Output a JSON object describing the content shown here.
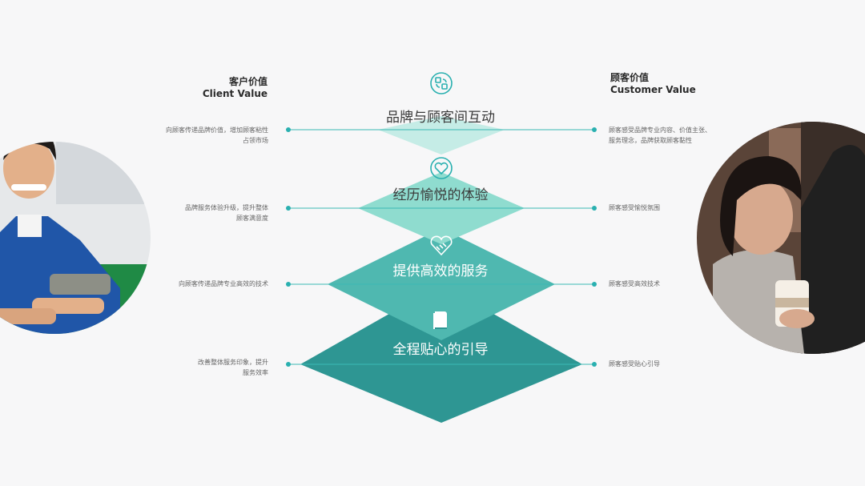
{
  "client_header": {
    "cn": "客户价值",
    "en": "Client Value"
  },
  "customer_header": {
    "cn": "顾客价值",
    "en": "Customer Value"
  },
  "layers": [
    {
      "title": "品牌与顾客间互动",
      "icon": "brand-interaction-icon",
      "color": "#c5ece6",
      "client_note": [
        "向顾客传递品牌价值，增加顾客粘性",
        "占领市场"
      ],
      "customer_note": [
        "顾客感受品牌专业内容、价值主张、",
        "服务理念，品牌获取顾客黏性"
      ]
    },
    {
      "title": "经历愉悦的体验",
      "icon": "heart-icon",
      "color": "#8fdccf",
      "client_note": [
        "品牌服务体验升级，提升整体",
        "顾客满意度"
      ],
      "customer_note": [
        "顾客感受愉悦氛围"
      ]
    },
    {
      "title": "提供高效的服务",
      "icon": "handshake-icon",
      "color": "#4fb8b0",
      "client_note": [
        "向顾客传递品牌专业高效的技术"
      ],
      "customer_note": [
        "顾客感受高效技术"
      ]
    },
    {
      "title": "全程贴心的引导",
      "icon": "book-icon",
      "color": "#2e9693",
      "client_note": [
        "改善整体服务印象，提升",
        "服务效率"
      ],
      "customer_note": [
        "顾客感受贴心引导"
      ]
    }
  ],
  "colors": {
    "accent": "#2ab0b0",
    "line": "#3bb9b4"
  }
}
